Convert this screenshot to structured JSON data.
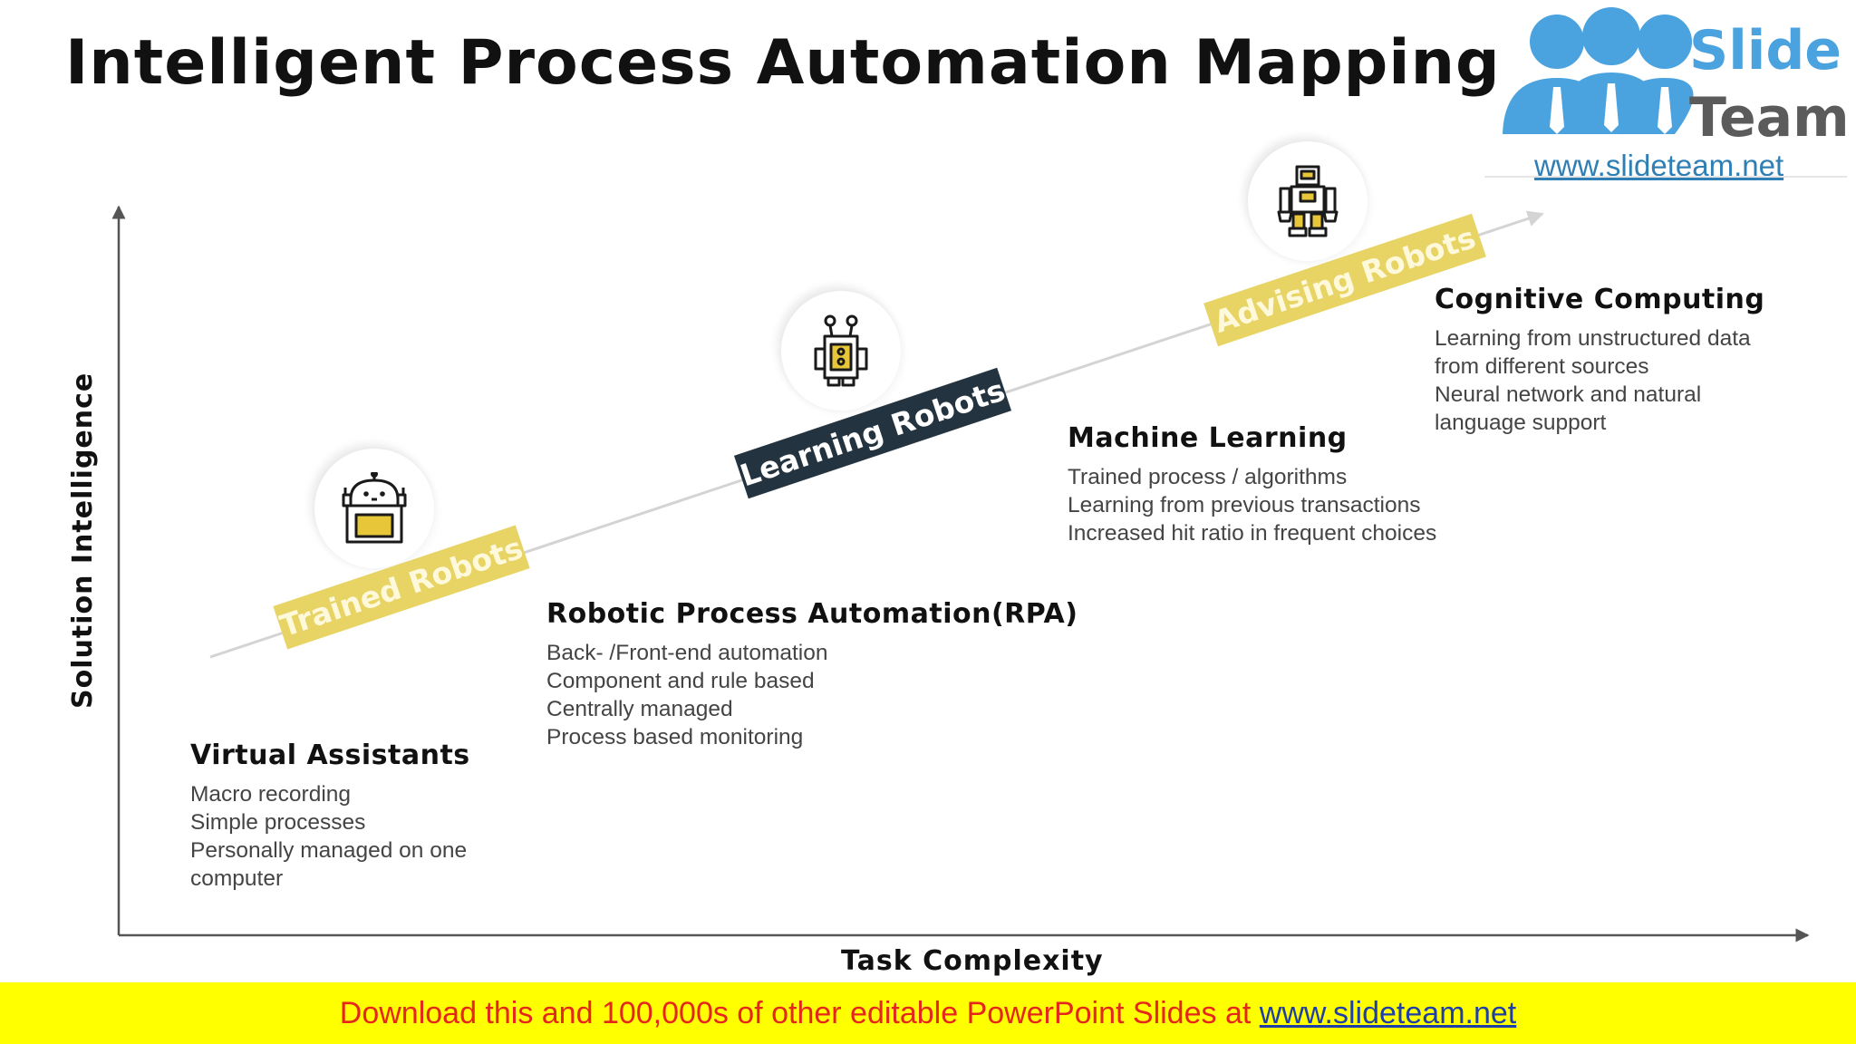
{
  "title": "Intelligent Process Automation Mapping",
  "logo": {
    "word1": "Slide",
    "word2": "Team",
    "url": "www.slideteam.net",
    "color_blue": "#4aa3df",
    "color_gray": "#5b5b5b"
  },
  "axes": {
    "y_label": "Solution Intelligence",
    "x_label": "Task Complexity"
  },
  "banners": [
    {
      "label": "Trained Robots",
      "style": "yellow"
    },
    {
      "label": "Learning Robots",
      "style": "dark"
    },
    {
      "label": "Advising Robots",
      "style": "yellow"
    }
  ],
  "stages": [
    {
      "heading": "Virtual Assistants",
      "lines": [
        "Macro recording",
        "Simple processes",
        "Personally managed on one",
        "computer"
      ]
    },
    {
      "heading": "Robotic Process Automation(RPA)",
      "lines": [
        "Back- /Front-end automation",
        "Component and rule based",
        "Centrally managed",
        "Process based monitoring"
      ]
    },
    {
      "heading": "Machine Learning",
      "lines": [
        "Trained process / algorithms",
        "Learning from previous transactions",
        "Increased hit ratio in frequent choices"
      ]
    },
    {
      "heading": "Cognitive Computing",
      "lines": [
        "Learning from unstructured data",
        "from different sources",
        "Neural network and natural",
        "language support"
      ]
    }
  ],
  "icons": [
    "robot-head-icon",
    "robot-antenna-icon",
    "humanoid-robot-icon"
  ],
  "colors": {
    "accent_yellow": "#e8d465",
    "dark_banner": "#233340",
    "footer_bg": "#ffff00",
    "footer_text": "#e5271b",
    "footer_link": "#1f3fa8"
  },
  "footer": {
    "text": "Download this and 100,000s of other editable PowerPoint Slides at ",
    "link": "www.slideteam.net"
  }
}
